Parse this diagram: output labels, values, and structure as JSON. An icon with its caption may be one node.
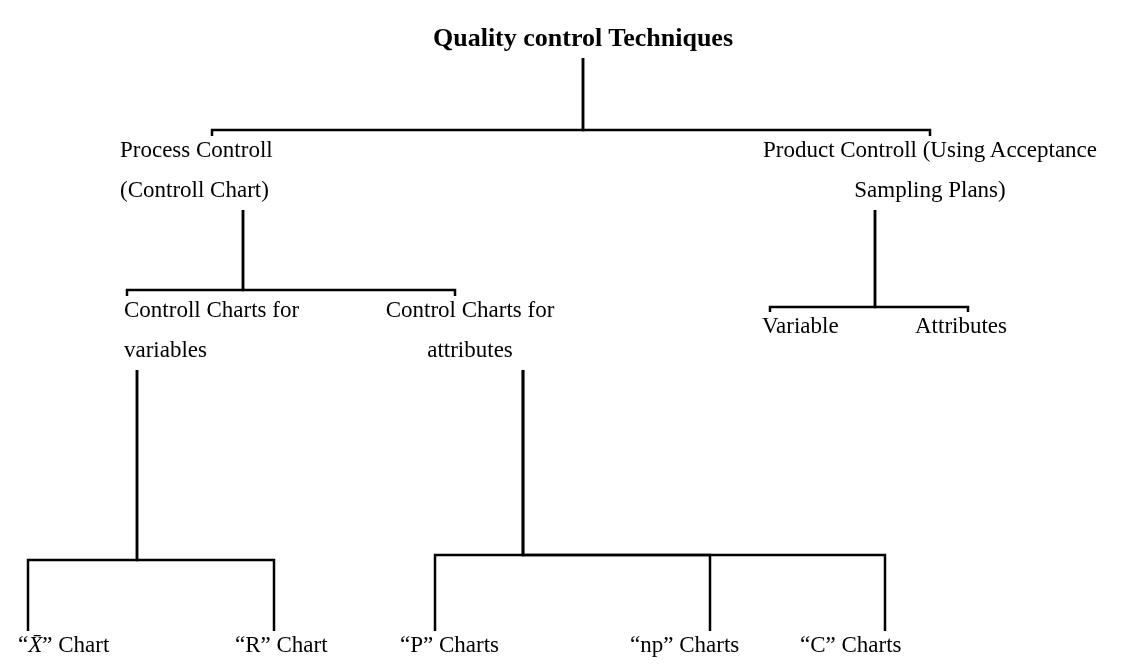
{
  "diagram": {
    "nodes": [
      {
        "text": [
          "Quality control Techniques"
        ]
      },
      {
        "text": [
          "Process Controll (Controll Chart)"
        ]
      },
      {
        "text": [
          "Product Controll (Using Acceptance Sampling Plans)"
        ]
      },
      {
        "text": [
          "Controll Charts for variables"
        ]
      },
      {
        "text": [
          "Control Charts for attributes"
        ]
      },
      {
        "text": [
          "Variable"
        ]
      },
      {
        "text": [
          "Attributes"
        ]
      },
      {
        "text": [
          "“*X̄*” Chart"
        ]
      },
      {
        "text": [
          "“R” Chart"
        ]
      },
      {
        "text": [
          "“P” Charts"
        ]
      },
      {
        "text": [
          "“np” Charts"
        ]
      },
      {
        "text": [
          "“C” Charts"
        ]
      }
    ],
    "edges": [
      {
        "from": 0,
        "to": 1,
        "arrow": "none"
      },
      {
        "from": 0,
        "to": 2,
        "arrow": "none"
      },
      {
        "from": 1,
        "to": 3,
        "arrow": "none"
      },
      {
        "from": 1,
        "to": 4,
        "arrow": "none"
      },
      {
        "from": 2,
        "to": 5,
        "arrow": "none"
      },
      {
        "from": 2,
        "to": 6,
        "arrow": "none"
      },
      {
        "from": 3,
        "to": 7,
        "arrow": "none"
      },
      {
        "from": 3,
        "to": 8,
        "arrow": "none"
      },
      {
        "from": 4,
        "to": 9,
        "arrow": "none"
      },
      {
        "from": 4,
        "to": 10,
        "arrow": "none"
      },
      {
        "from": 4,
        "to": 11,
        "arrow": "none"
      }
    ]
  }
}
